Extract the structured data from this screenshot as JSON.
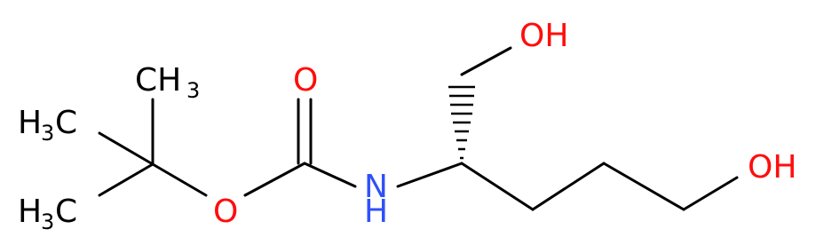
{
  "molecule": {
    "labels": {
      "ch3_top": "CH",
      "ch3_top_sub": "3",
      "ch3_mid": "H",
      "ch3_mid_mid": "C",
      "ch3_mid_sub": "3",
      "ch3_bot": "H",
      "ch3_bot_mid": "C",
      "ch3_bot_sub": "3",
      "carbonyl_o": "O",
      "ester_o": "O",
      "amine_n": "N",
      "amine_h": "H",
      "hydroxyl_top": "OH",
      "hydroxyl_right": "OH"
    },
    "colors": {
      "carbon": "#000000",
      "oxygen": "#ff0d0d",
      "nitrogen": "#3050f8"
    }
  }
}
